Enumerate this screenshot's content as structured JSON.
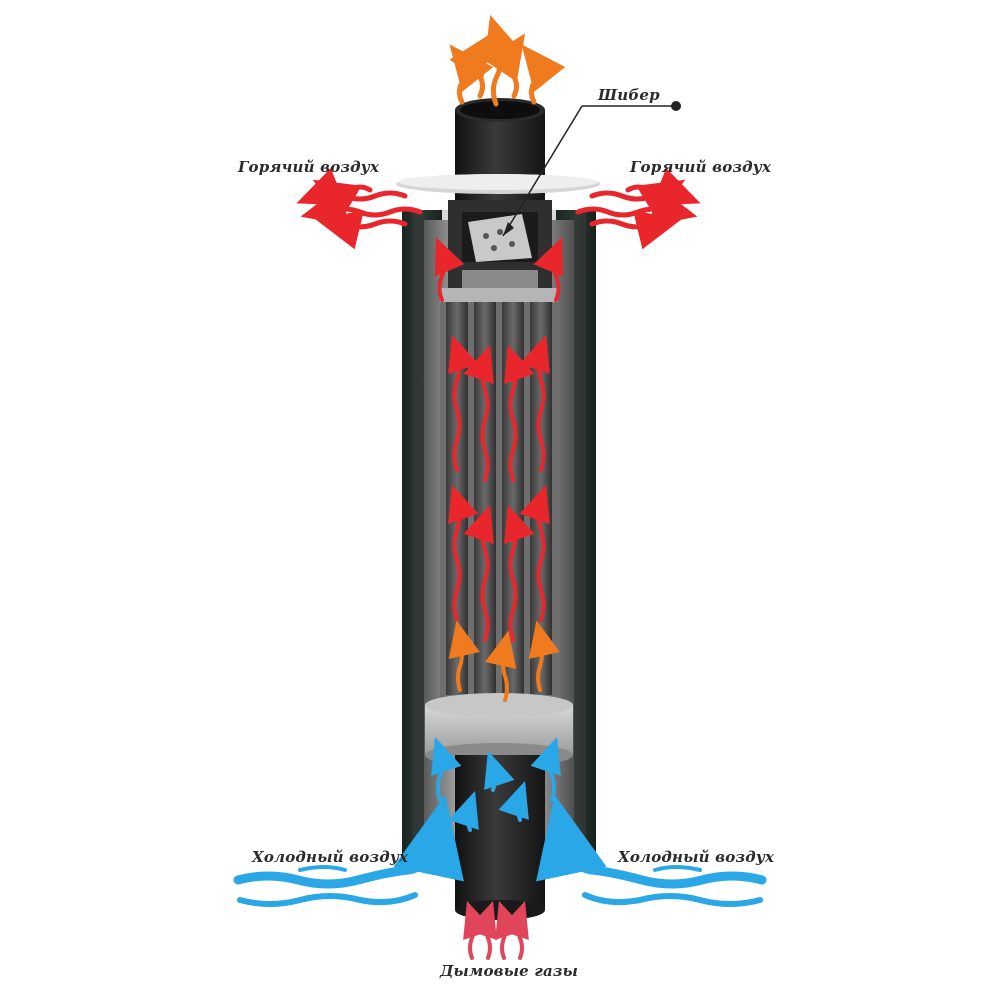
{
  "labels": {
    "damper": "Шибер",
    "hot_air_left": "Горячий воздух",
    "hot_air_right": "Горячий воздух",
    "cold_air_left": "Холодный воздух",
    "cold_air_right": "Холодный воздух",
    "flue_gases": "Дымовые газы"
  },
  "colors": {
    "hot_air": "#e8262b",
    "cold_air": "#2aa7e6",
    "flame": "#f07a1e",
    "casing": "#1f2a25",
    "pipe": "#2a2a2a",
    "inner_metal": "#8c8c8c",
    "flue_arrow": "#e0455a"
  },
  "icons": {
    "hot_air_arrows": "wavy-arrow-icon",
    "cold_air_arrows": "wave-flow-icon",
    "flame_arrows": "flame-arrow-icon"
  }
}
